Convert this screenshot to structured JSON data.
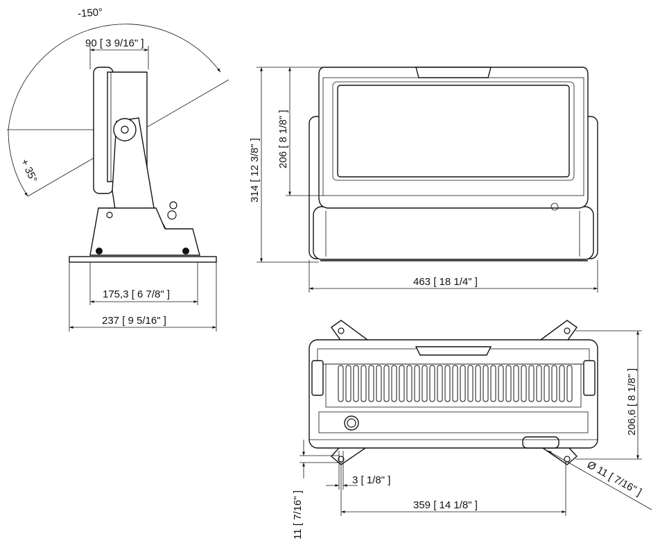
{
  "drawing": {
    "side_view": {
      "tilt_negative": "-150°",
      "head_depth": "90 [ 3 9/16\" ]",
      "tilt_positive": "+ 35°",
      "foot_inner": "175,3 [ 6 7/8\" ]",
      "base_depth": "237 [ 9 5/16\" ]"
    },
    "front_view": {
      "total_height": "314 [ 12 3/8\" ]",
      "head_height": "206 [ 8 1/8\" ]",
      "total_width": "463 [ 18 1/4\" ]"
    },
    "top_view": {
      "depth": "206,6 [ 8 1/8\" ]",
      "bracket_offset": "3 [ 1/8\" ]",
      "hole_spacing": "359 [ 14 1/8\" ]",
      "hole_offset": "11 [ 7/16\" ]",
      "hole_diameter": "Ø 11 [ 7/16\" ]"
    }
  }
}
